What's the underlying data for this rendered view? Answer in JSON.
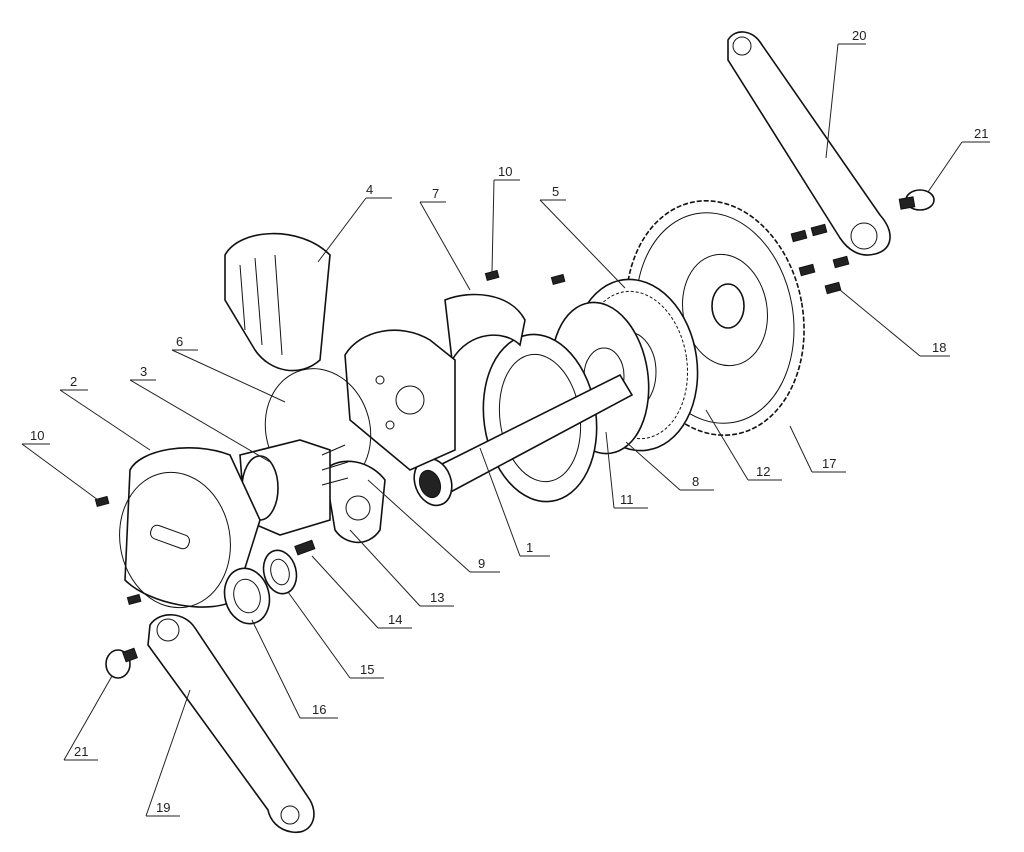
{
  "callouts": [
    {
      "id": "c1",
      "text": "1"
    },
    {
      "id": "c2",
      "text": "2"
    },
    {
      "id": "c3",
      "text": "3"
    },
    {
      "id": "c4",
      "text": "4"
    },
    {
      "id": "c5",
      "text": "5"
    },
    {
      "id": "c6",
      "text": "6"
    },
    {
      "id": "c7",
      "text": "7"
    },
    {
      "id": "c8",
      "text": "8"
    },
    {
      "id": "c9",
      "text": "9"
    },
    {
      "id": "c10a",
      "text": "10"
    },
    {
      "id": "c10b",
      "text": "10"
    },
    {
      "id": "c11",
      "text": "11"
    },
    {
      "id": "c12",
      "text": "12"
    },
    {
      "id": "c13",
      "text": "13"
    },
    {
      "id": "c14",
      "text": "14"
    },
    {
      "id": "c15",
      "text": "15"
    },
    {
      "id": "c16",
      "text": "16"
    },
    {
      "id": "c17",
      "text": "17"
    },
    {
      "id": "c18",
      "text": "18"
    },
    {
      "id": "c19",
      "text": "19"
    },
    {
      "id": "c20",
      "text": "20"
    },
    {
      "id": "c21a",
      "text": "21"
    },
    {
      "id": "c21b",
      "text": "21"
    }
  ]
}
